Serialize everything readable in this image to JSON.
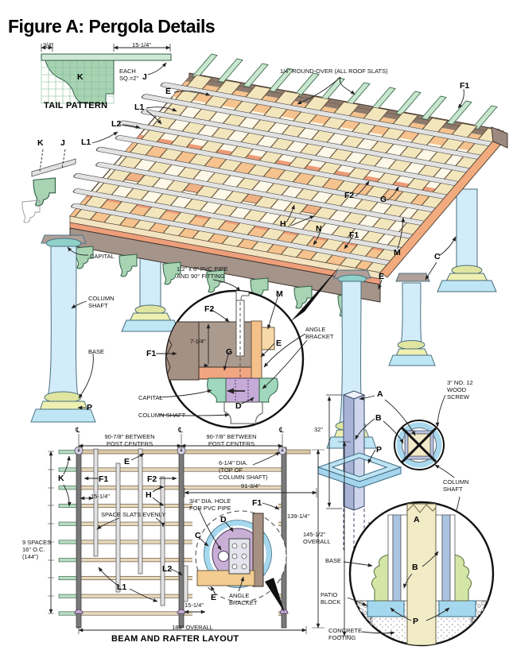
{
  "title": "Figure A: Pergola Details",
  "palette": {
    "slat_green": "#bfe2c8",
    "tail_green": "#a9d4b4",
    "rail_grey": "#e2e2e2",
    "deck_tan": "#f3e6bd",
    "deck_orange": "#f6c28e",
    "salmon": "#ee9e7a",
    "beam_brown": "#a5948a",
    "dark_beam": "#8d7a6c",
    "column_blue": "#d2ecfa",
    "base_yellow": "#eef0b2",
    "plinth_blue": "#bfe6f5",
    "bracket_purple": "#c6abd8",
    "patio_blue": "#a5d8ee",
    "post_cream": "#f1ecc6",
    "post_grey_blue": "#aac4e2"
  },
  "parts": {
    "a": "A",
    "b": "B",
    "c": "C",
    "d": "D",
    "e": "E",
    "f1": "F1",
    "f2": "F2",
    "g": "G",
    "h": "H",
    "j": "J",
    "k": "K",
    "l1": "L1",
    "l2": "L2",
    "m": "M",
    "n": "N",
    "p": "P"
  },
  "tail_pattern": {
    "caption": "TAIL PATTERN",
    "thickness": "3/4\"",
    "length": "15-1/4\"",
    "square_note": "EACH\nSQ.=2\""
  },
  "iso": {
    "roof_note": "1/4\" ROUND-OVER (ALL ROOF SLATS)",
    "capital": "CAPITAL",
    "column_shaft": "COLUMN\nSHAFT",
    "base": "BASE"
  },
  "capital_detail": {
    "pvc_note": "1/2\" x 6\" PVC PIPE\nAND 90° FITTING",
    "beam_depth": "7-1/4\"",
    "angle_bracket": "ANGLE\nBRACKET",
    "capital": "CAPITAL",
    "column_shaft": "COLUMN SHAFT"
  },
  "post_detail": {
    "height": "32\"",
    "screw_note": "3\" NO. 12\nWOOD\nSCREW",
    "column_shaft": "COLUMN\nSHAFT"
  },
  "footing_detail": {
    "base": "BASE",
    "patio_block": "PATIO\nBLOCK",
    "concrete_footing": "CONCRETE\nFOOTING"
  },
  "plan": {
    "caption": "BEAM AND RAFTER LAYOUT",
    "centerline": "℄",
    "bay_left": "90-7/8\" BETWEEN\nPOST CENTERS",
    "bay_right": "90-7/8\" BETWEEN\nPOST CENTERS",
    "top_dia": "6-1/4\" DIA.\n(TOP OF\nCOLUMN SHAFT)",
    "dim_91": "91-3/4\"",
    "dim_139": "139-1/4\"",
    "dim_145": "145-1/2\"\nOVERALL",
    "dim_188": "188\" OVERALL",
    "spaces": "9 SPACES\n16\" O.C.\n(144\")",
    "space_slats": "SPACE SLATS EVENLY",
    "dim_15a": "15-1/4\"",
    "dim_15b": "15-1/4\"",
    "hole_note": "3/4\" DIA. HOLE\nFOR PVC PIPE",
    "angle_bracket": "ANGLE\nBRACKET"
  }
}
